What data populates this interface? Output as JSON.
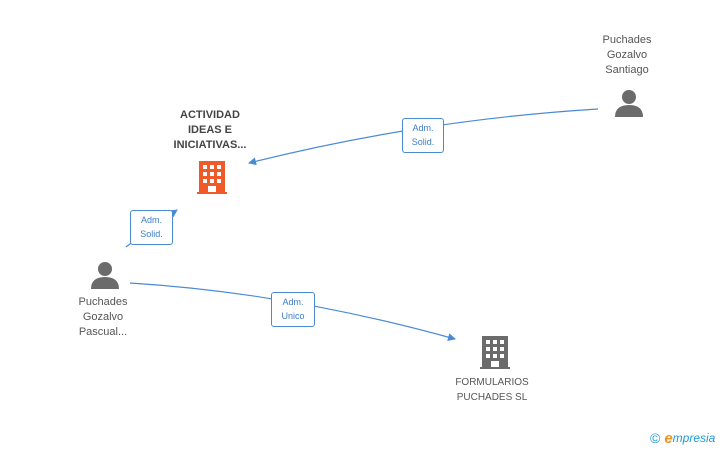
{
  "colors": {
    "edge": "#4a8ad4",
    "person_icon": "#6b6b6b",
    "company_main_icon": "#f05a28",
    "company_icon": "#6b6b6b",
    "brand_e": "#f0921e",
    "brand_text": "#1e9bd6"
  },
  "nodes": {
    "company_main": {
      "icon": "building-icon",
      "label_lines": [
        "ACTIVIDAD",
        "IDEAS E",
        "INICIATIVAS..."
      ]
    },
    "person_top": {
      "icon": "person-icon",
      "label_lines": [
        "Puchades",
        "Gozalvo",
        "Santiago"
      ]
    },
    "person_left": {
      "icon": "person-icon",
      "label_lines": [
        "Puchades",
        "Gozalvo",
        "Pascual..."
      ]
    },
    "company_bottom": {
      "icon": "building-icon",
      "label_lines": [
        "FORMULARIOS",
        "PUCHADES SL"
      ]
    }
  },
  "edges": [
    {
      "from": "person_top",
      "to": "company_main",
      "label_lines": [
        "Adm.",
        "Solid."
      ]
    },
    {
      "from": "person_left",
      "to": "company_main",
      "label_lines": [
        "Adm.",
        "Solid."
      ]
    },
    {
      "from": "person_left",
      "to": "company_bottom",
      "label_lines": [
        "Adm.",
        "Unico"
      ]
    }
  ],
  "brand": {
    "copyright": "©",
    "logo_initial": "e",
    "logo_rest": "mpresia"
  }
}
